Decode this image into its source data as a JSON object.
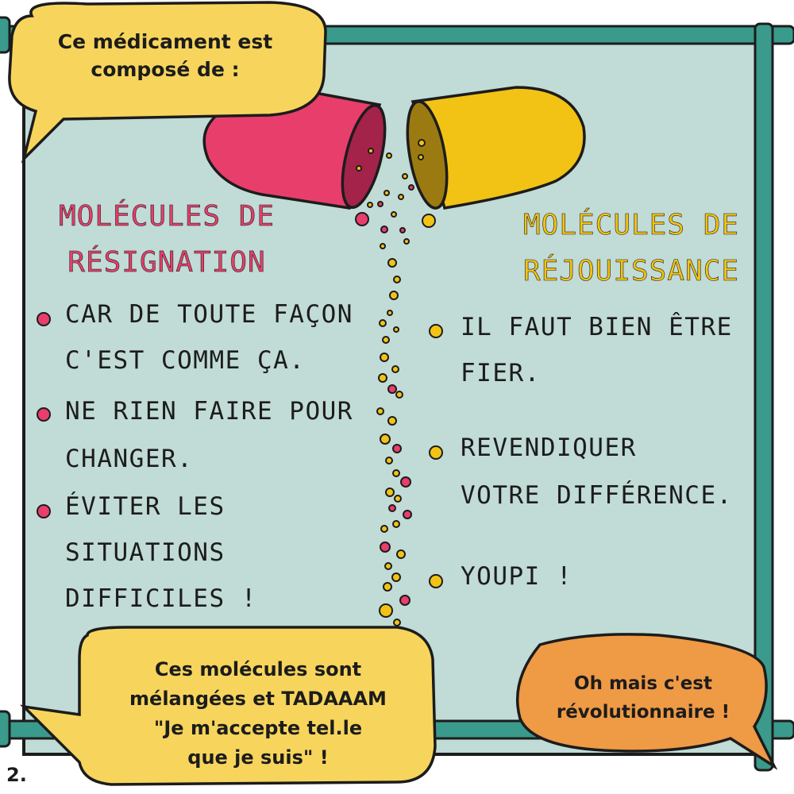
{
  "top_bubble": {
    "line1": "Ce médicament est",
    "line2": "composé de :"
  },
  "left_column": {
    "title_line1": "Molécules De",
    "title_line2": "Résignation",
    "bullets": [
      {
        "lines": [
          "CAR DE TOUTE FAÇON",
          "C'EST COMME ÇA."
        ]
      },
      {
        "lines": [
          "NE RIEN FAIRE POUR",
          "CHANGER."
        ]
      },
      {
        "lines": [
          "ÉVITER LES",
          "SITUATIONS",
          "DIFFICILES !"
        ]
      }
    ]
  },
  "right_column": {
    "title_line1": "Molécules De",
    "title_line2": "Réjouissance",
    "bullets": [
      {
        "lines": [
          "IL FAUT BIEN ÊTRE",
          "FIER."
        ]
      },
      {
        "lines": [
          "REVENDIQUER",
          "VOTRE DIFFÉRENCE."
        ]
      },
      {
        "lines": [
          "YOUPI !"
        ]
      }
    ]
  },
  "bottom_left_bubble": {
    "line1": "Ces molécules sont",
    "line2": "mélangées et TADAAAM",
    "line3": "\"Je m'accepte tel.le",
    "line4": "que je suis\" !"
  },
  "bottom_right_bubble": {
    "line1": "Oh mais c'est",
    "line2": "révolutionnaire !"
  },
  "page_number": "2.",
  "colors": {
    "board": "#c1dbd6",
    "frame": "#3a9a8c",
    "pink": "#e83e6c",
    "yellow": "#f2c315",
    "bubble_yellow": "#f7d55c",
    "bubble_orange": "#ef9a45"
  },
  "icons": [
    "open-capsule-icon",
    "falling-granules-icon",
    "bullet-dot-icon"
  ]
}
